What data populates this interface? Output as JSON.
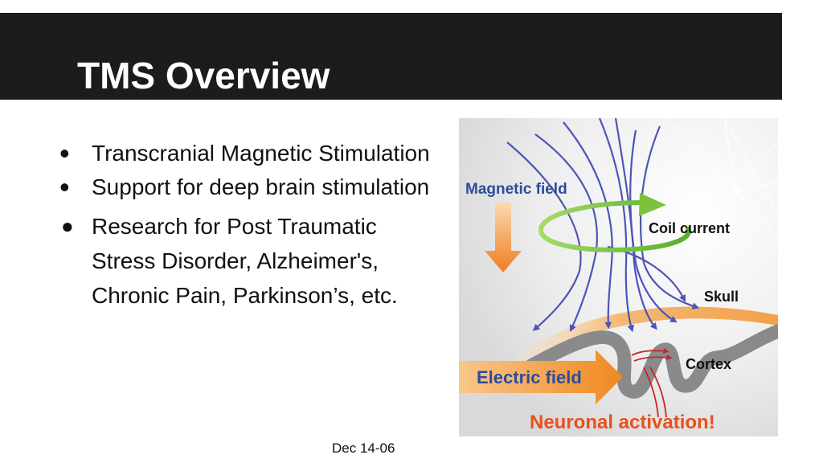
{
  "slide": {
    "title": "TMS Overview",
    "bullets": [
      "Transcranial Magnetic Stimulation",
      "Support for deep brain stimulation",
      "Research for Post Traumatic Stress Disorder, Alzheimer's, Chronic Pain, Parkinson’s, etc."
    ],
    "footer_date": "Dec 14-06"
  },
  "figure": {
    "labels": {
      "magnetic_field": "Magnetic field",
      "coil_current": "Coil current",
      "skull": "Skull",
      "cortex": "Cortex",
      "electric_field": "Electric field",
      "neuronal_activation": "Neuronal activation!"
    },
    "colors": {
      "magnetic_field_label": "#2a4d9a",
      "field_lines": "#4b55b8",
      "coil_current": "#7cc23a",
      "skull": "#f3b46a",
      "cortex": "#8a8a8a",
      "electric_field": "#f39a2e",
      "neuronal_activation": "#e8501e",
      "currents": "#c8262a"
    }
  }
}
